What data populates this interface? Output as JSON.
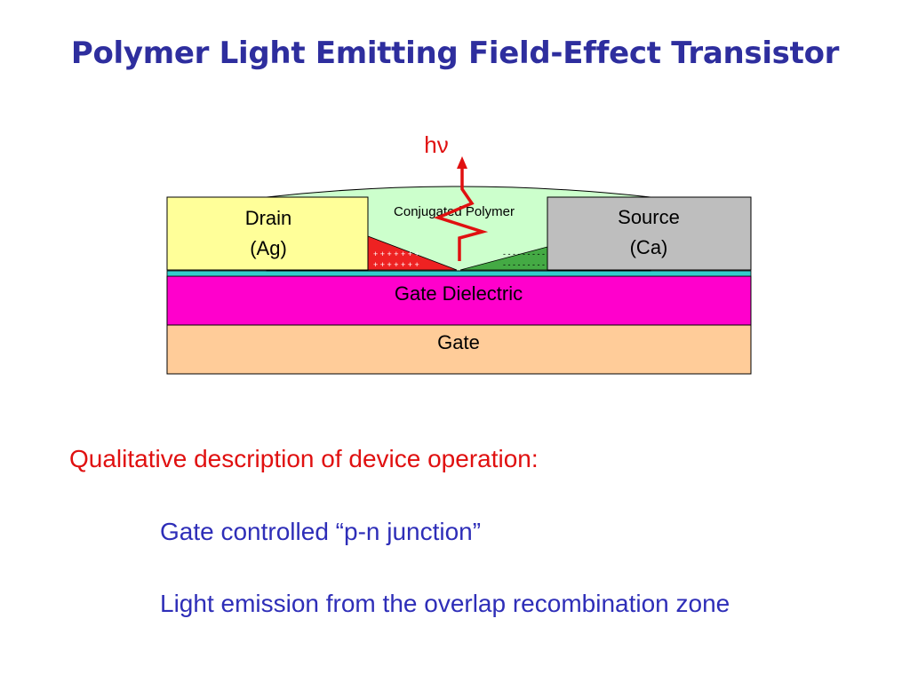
{
  "title": "Polymer Light Emitting Field-Effect Transistor",
  "diagram": {
    "photon_label": "hν",
    "polymer_label": "Conjugated Polymer",
    "drain": {
      "name": "Drain",
      "material": "(Ag)"
    },
    "source": {
      "name": "Source",
      "material": "(Ca)"
    },
    "dielectric_label": "Gate Dielectric",
    "gate_label": "Gate",
    "hole_charges_row1": "+ + + + + + +",
    "hole_charges_row2": "+ + + + + + +",
    "electron_charges_row1": "- - - - - - - - -",
    "electron_charges_row2": "- - - - - - - - -",
    "colors": {
      "drain_fill": "#FFFF99",
      "source_fill": "#BEBEBE",
      "polymer_fill": "#CCFFCC",
      "dielectric_fill": "#FF00CC",
      "interface_fill": "#33CCCC",
      "gate_fill": "#FFCC99",
      "hole_zone_fill": "#EE2222",
      "electron_zone_fill": "#44AA44",
      "emission_color": "#E01010"
    }
  },
  "description": {
    "heading": "Qualitative description of device operation:",
    "points": [
      "Gate controlled “p-n junction”",
      "Light emission from the overlap recombination zone"
    ]
  }
}
